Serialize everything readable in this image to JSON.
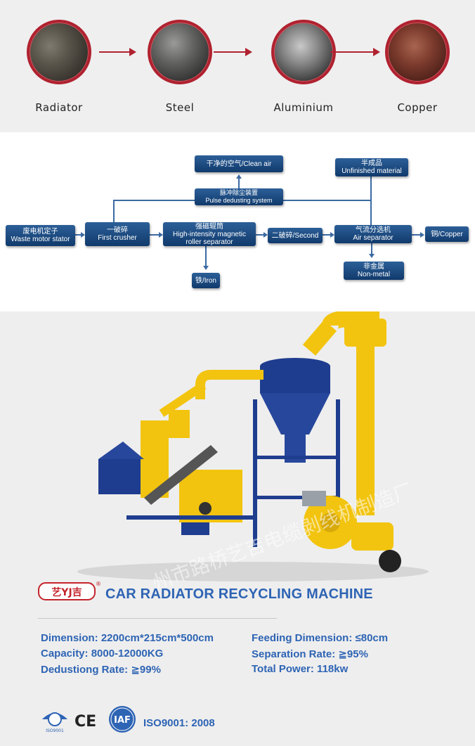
{
  "materials": [
    {
      "label": "Radiator"
    },
    {
      "label": "Steel"
    },
    {
      "label": "Aluminium"
    },
    {
      "label": "Copper"
    }
  ],
  "flow": {
    "clean_air": "干净的空气/Clean air",
    "unfinished_cn": "半成品",
    "unfinished_en": "Unfinished material",
    "pulse_cn": "脉冲除尘装置",
    "pulse_en": "Pulse dedusting system",
    "stator_cn": "废电机定子",
    "stator_en": "Waste motor stator",
    "first_cn": "一破碎",
    "first_en": "First crusher",
    "roller_cn": "强磁辊筒",
    "roller_en1": "High-intensity magnetic",
    "roller_en2": "roller separator",
    "second": "二破碎/Second",
    "air_cn": "气流分选机",
    "air_en": "Air separator",
    "copper": "铜/Copper",
    "nonmetal_cn": "非金属",
    "nonmetal_en": "Non-metal",
    "iron": "铁/Iron"
  },
  "product": {
    "watermark": "州市路桥艺吉电缆剥线机制造厂",
    "logo_text": "艺YJ吉",
    "logo_mark": "®",
    "title": "CAR RADIATOR RECYCLING MACHINE",
    "specs": [
      {
        "text": "Dimension: 2200cm*215cm*500cm"
      },
      {
        "text": "Feeding Dimension: ≤80cm"
      },
      {
        "text": "Capacity:  8000-12000KG"
      },
      {
        "text": "Separation Rate: ≧95%"
      },
      {
        "text": "Dedustiong Rate:  ≧99%"
      },
      {
        "text": "Total Power: 118kw"
      }
    ],
    "cert_ce": "CE",
    "cert_iaf": "IAF",
    "cert_iso_small": "ISO9001",
    "iso_text": "ISO9001:  2008"
  },
  "colors": {
    "accent_red": "#b02230",
    "accent_blue": "#2e64b4",
    "machine_yellow": "#f2c40f",
    "machine_blue": "#1f3d8f"
  }
}
